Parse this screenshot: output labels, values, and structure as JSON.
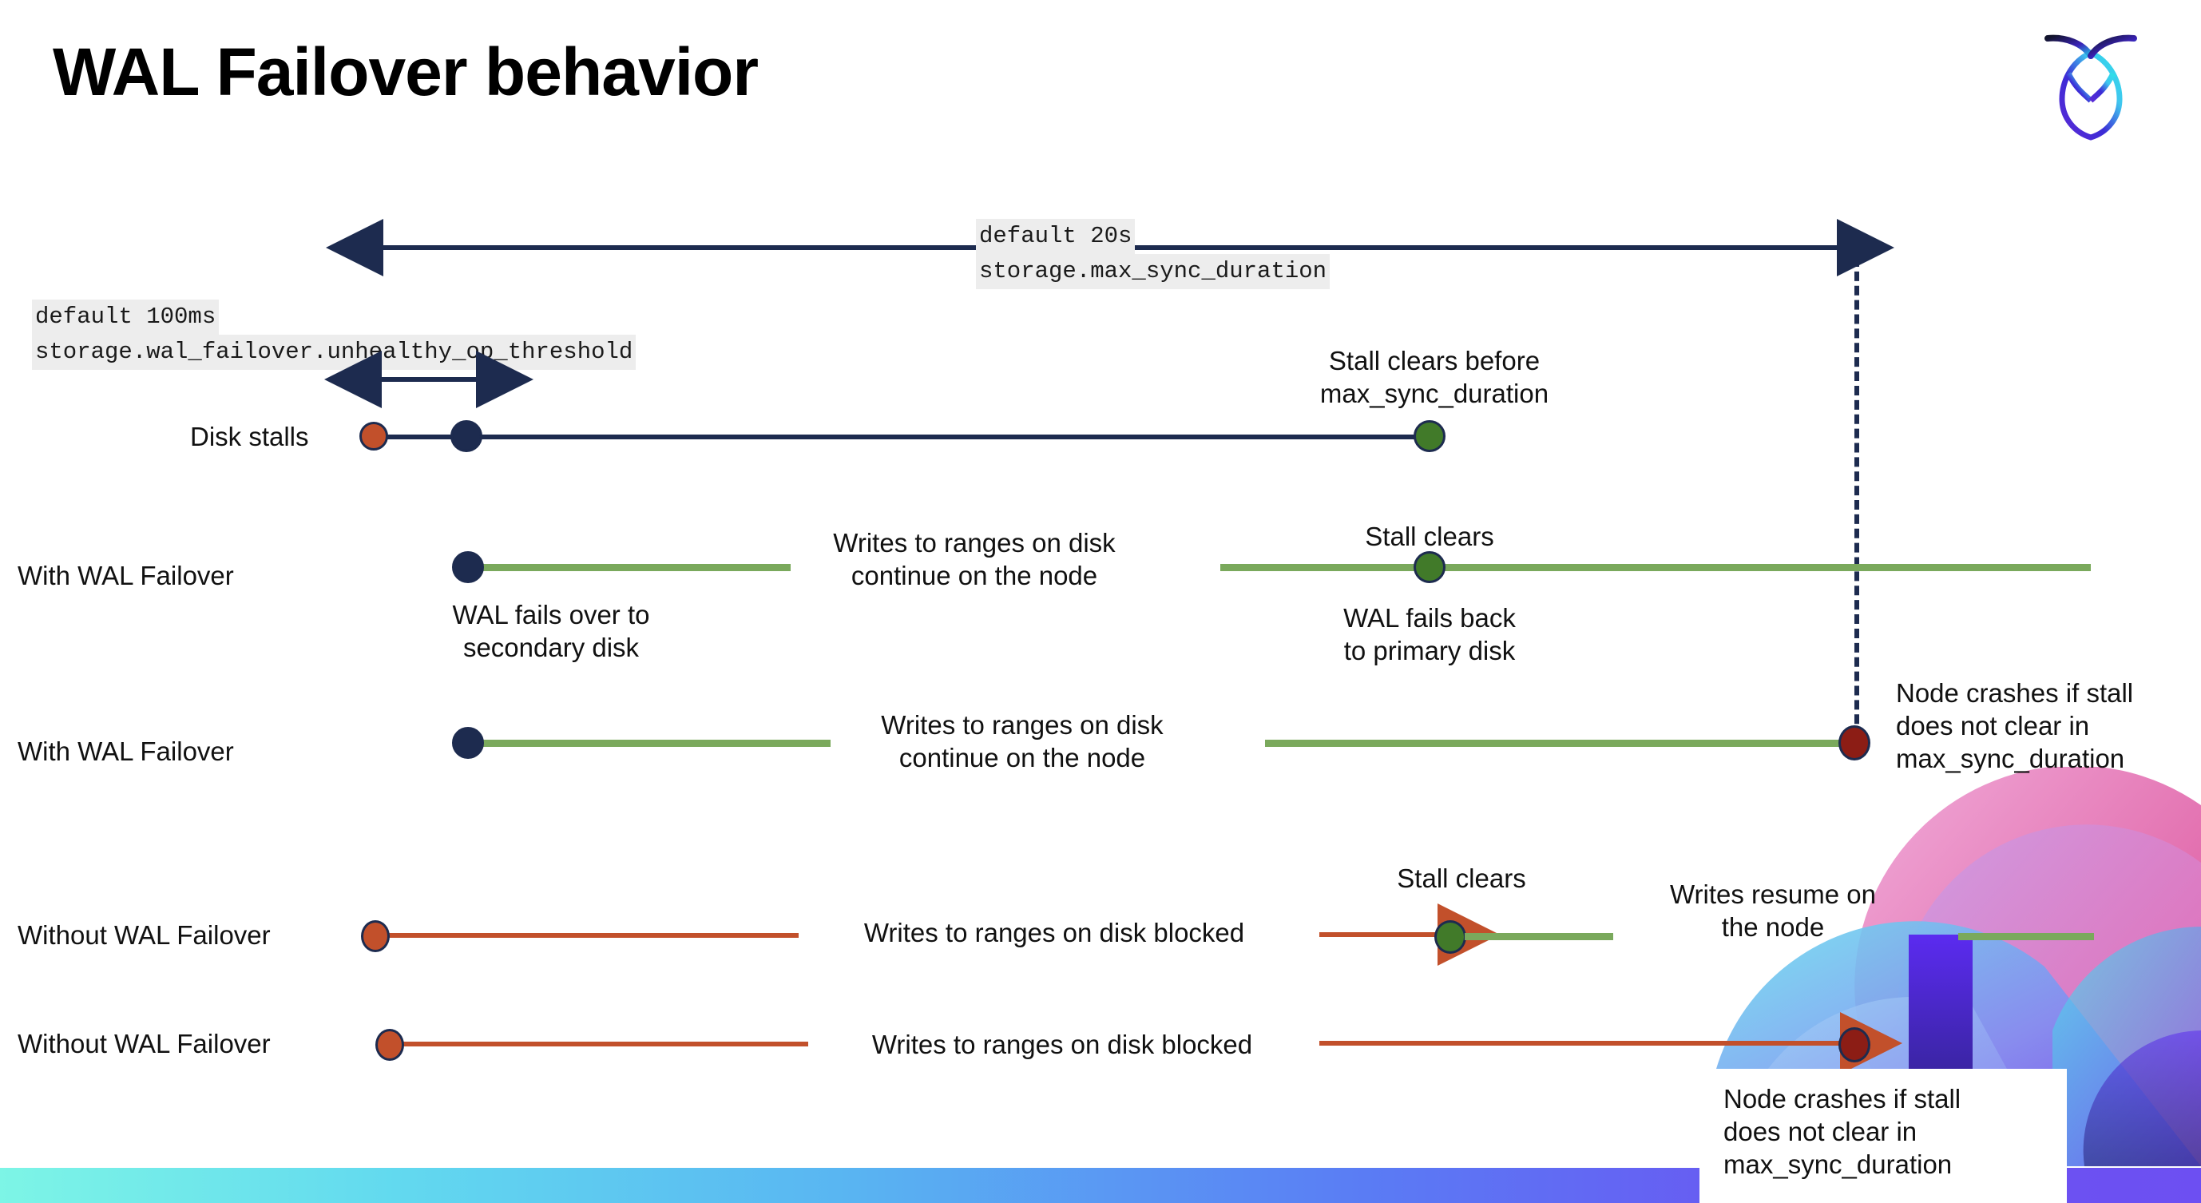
{
  "slide": {
    "title": "WAL Failover behavior",
    "brand_logo": "cockroach-logo-icon",
    "accent_colors": {
      "navy": "#1d2b4f",
      "green_line": "#7aa95c",
      "green_dot": "#417a29",
      "red_line": "#c2502b",
      "red_dot": "#c2502b",
      "dark_red_dot": "#8c1d15",
      "code_chip_bg": "#ededed"
    }
  },
  "settings": {
    "max_sync": {
      "default": "default 20s",
      "name": "storage.max_sync_duration"
    },
    "unhealthy": {
      "default": "default 100ms",
      "name": "storage.wal_failover.unhealthy_op_threshold"
    }
  },
  "rows": [
    {
      "label": "Disk stalls",
      "annotations": [
        "Stall clears before\nmax_sync_duration"
      ]
    },
    {
      "label": "With WAL Failover",
      "annotations": [
        "Writes to ranges on disk\ncontinue on the node",
        "Stall clears",
        "WAL fails over to\nsecondary disk",
        "WAL fails  back\nto primary disk"
      ]
    },
    {
      "label": "With WAL Failover",
      "annotations": [
        "Writes to ranges on disk\ncontinue on the node",
        "Node crashes if stall\ndoes not clear in\nmax_sync_duration"
      ]
    },
    {
      "label": "Without WAL Failover",
      "annotations": [
        "Writes to ranges on disk  blocked",
        "Stall clears",
        "Writes resume on\nthe node"
      ]
    },
    {
      "label": "Without WAL Failover",
      "annotations": [
        "Writes to ranges on disk  blocked",
        "Node crashes if stall\ndoes not clear in\nmax_sync_duration"
      ]
    }
  ]
}
